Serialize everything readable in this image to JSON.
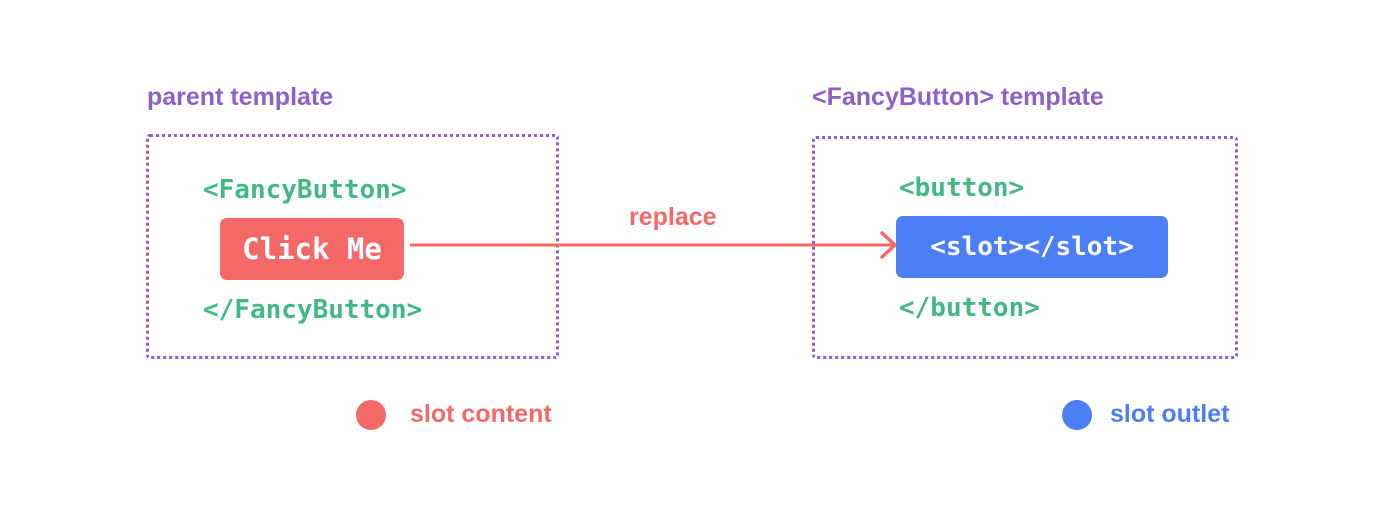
{
  "colors": {
    "purple": "#8e5fc8",
    "green": "#42b883",
    "red": "#f56868",
    "blue": "#4c7ef5"
  },
  "parent": {
    "title": "parent template",
    "open_tag": "<FancyButton>",
    "content": "Click Me",
    "close_tag": "</FancyButton>"
  },
  "child": {
    "title": "<FancyButton> template",
    "open_tag": "<button>",
    "slot": "<slot></slot>",
    "close_tag": "</button>"
  },
  "arrow": {
    "label": "replace"
  },
  "legend": {
    "content_label": "slot content",
    "outlet_label": "slot outlet"
  }
}
